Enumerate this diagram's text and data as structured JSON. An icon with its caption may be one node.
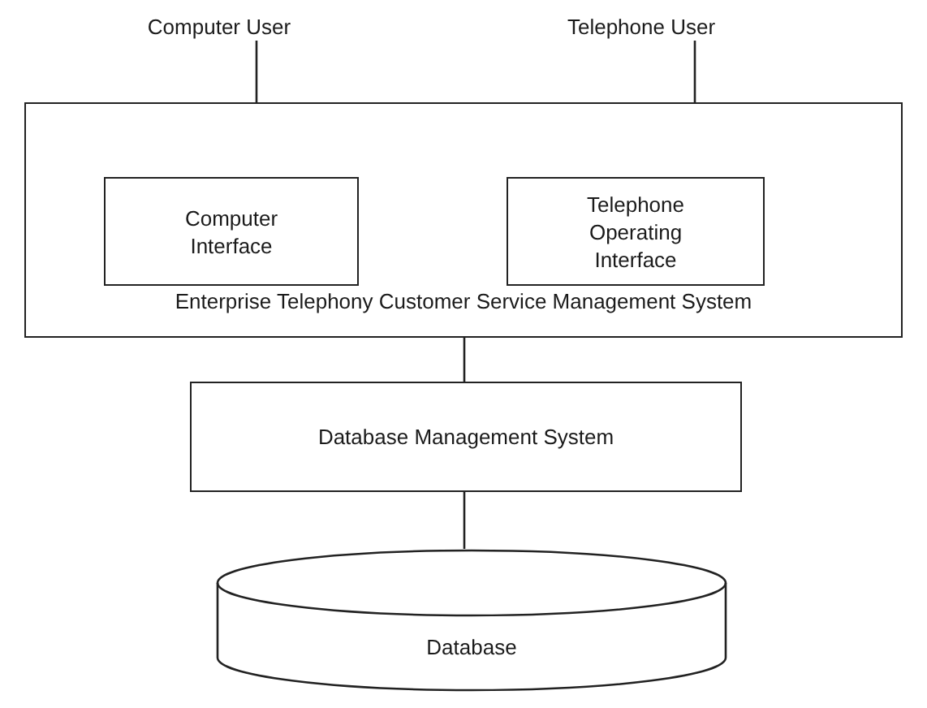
{
  "diagram": {
    "nodes": [
      {
        "text": [
          "Computer User"
        ]
      },
      {
        "text": [
          "Telephone User"
        ]
      },
      {
        "text": [
          "Enterprise Telephony Customer Service Management System"
        ]
      },
      {
        "text": [
          "Computer Interface"
        ],
        "in": 2
      },
      {
        "text": [
          "Telephone Operating Interface"
        ],
        "in": 2
      },
      {
        "text": [
          "Database Management System"
        ]
      },
      {
        "text": [
          "Database"
        ]
      }
    ],
    "edges": [
      {
        "from": 0,
        "to": 3,
        "arrow": "none"
      },
      {
        "from": 1,
        "to": 4,
        "arrow": "none"
      },
      {
        "from": 2,
        "to": 5,
        "arrow": "none"
      },
      {
        "from": 5,
        "to": 6,
        "arrow": "none"
      }
    ]
  }
}
